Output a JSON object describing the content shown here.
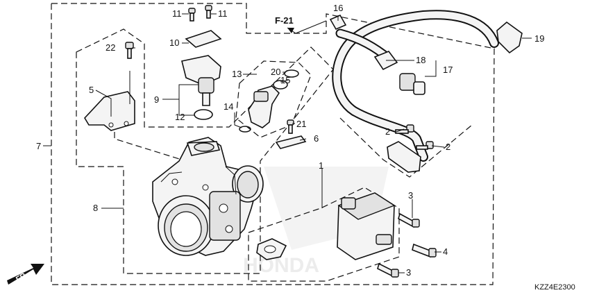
{
  "callouts": [
    {
      "id": "c1",
      "label": "1"
    },
    {
      "id": "c2a",
      "label": "2"
    },
    {
      "id": "c2b",
      "label": "2"
    },
    {
      "id": "c3a",
      "label": "3"
    },
    {
      "id": "c3b",
      "label": "3"
    },
    {
      "id": "c4",
      "label": "4"
    },
    {
      "id": "c5",
      "label": "5"
    },
    {
      "id": "c6",
      "label": "6"
    },
    {
      "id": "c7",
      "label": "7"
    },
    {
      "id": "c8",
      "label": "8"
    },
    {
      "id": "c9",
      "label": "9"
    },
    {
      "id": "c10",
      "label": "10"
    },
    {
      "id": "c11a",
      "label": "11"
    },
    {
      "id": "c11b",
      "label": "11"
    },
    {
      "id": "c12",
      "label": "12"
    },
    {
      "id": "c13",
      "label": "13"
    },
    {
      "id": "c14",
      "label": "14"
    },
    {
      "id": "c15",
      "label": "15"
    },
    {
      "id": "c16",
      "label": "16"
    },
    {
      "id": "c17",
      "label": "17"
    },
    {
      "id": "c18",
      "label": "18"
    },
    {
      "id": "c19",
      "label": "19"
    },
    {
      "id": "c20",
      "label": "20"
    },
    {
      "id": "c21",
      "label": "21"
    },
    {
      "id": "c22",
      "label": "22"
    }
  ],
  "reference": "F-21",
  "front_marker": "FR.",
  "diagram_code": "KZZ4E2300",
  "watermark": "HONDA"
}
